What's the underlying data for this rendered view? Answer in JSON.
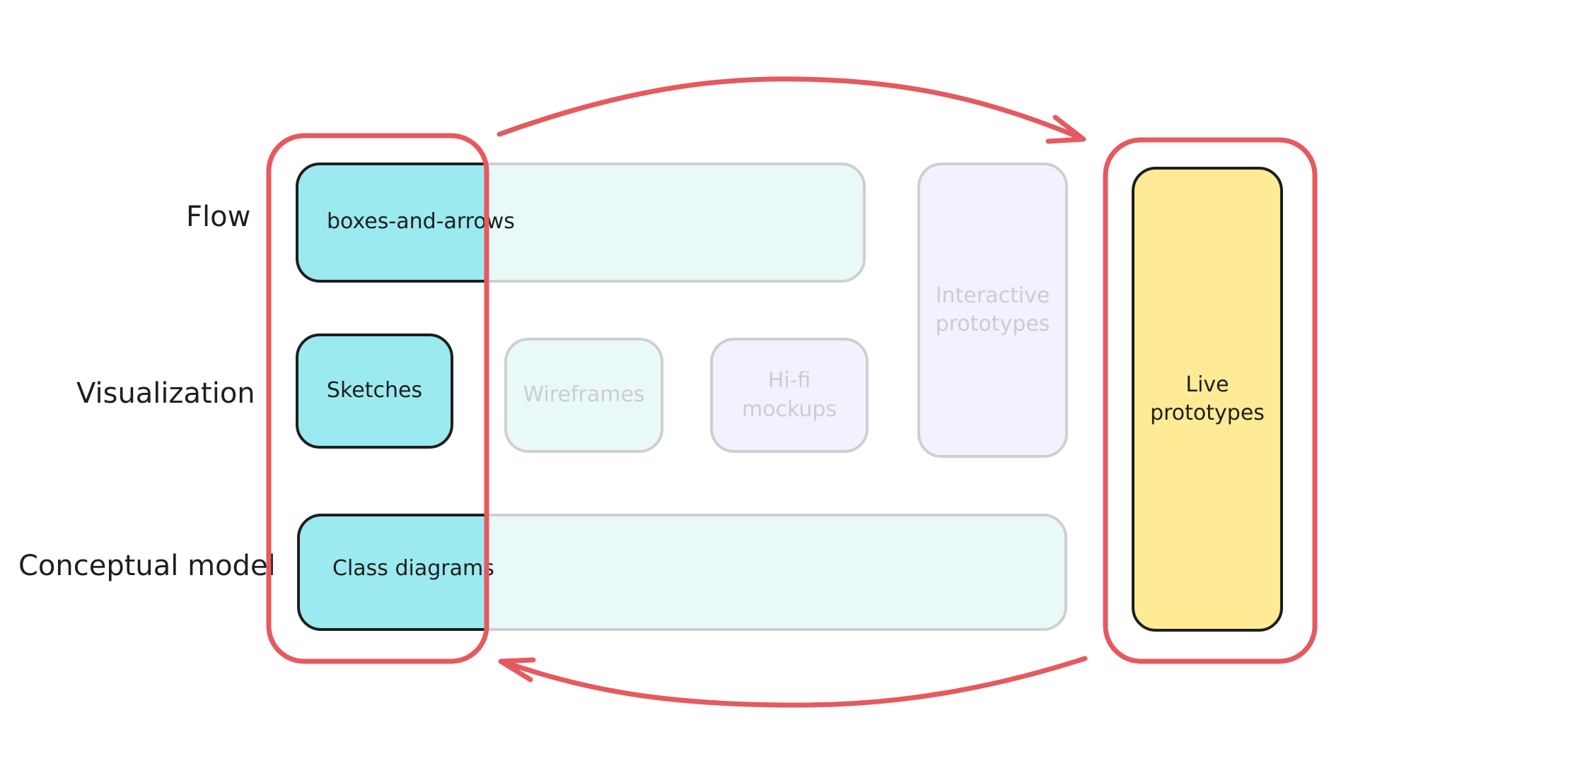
{
  "rows": {
    "flow": "Flow",
    "visualization": "Visualization",
    "conceptual_model": "Conceptual model"
  },
  "boxes": {
    "boxes_and_arrows": "boxes-and-arrows",
    "sketches": "Sketches",
    "class_diagrams": "Class diagrams",
    "wireframes": "Wireframes",
    "hifi_mockups": "Hi-fi mockups",
    "interactive_prototypes": "Interactive prototypes",
    "live_prototypes": "Live prototypes"
  },
  "colors": {
    "active_fill": "#9beaf0",
    "faded_fill": "#e9f9fa",
    "faded_violet": "#f4f0fd",
    "live_fill": "#ffea96",
    "highlight_stroke": "#e55a5f",
    "outline": "#1e1e1e",
    "faded_outline": "#cfcfcf"
  }
}
